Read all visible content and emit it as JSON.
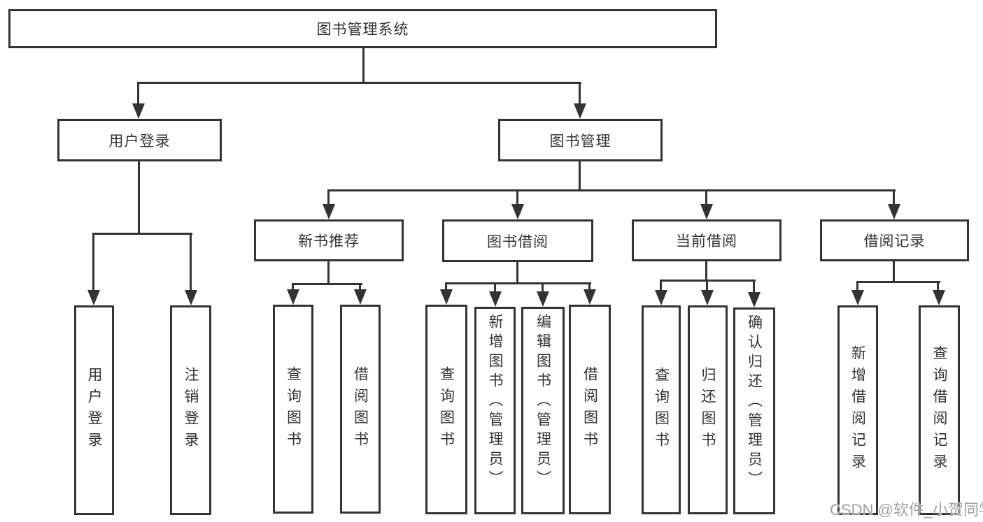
{
  "diagram": {
    "root": "图书管理系统",
    "login": {
      "label": "用户登录",
      "leaves": [
        "用户登录",
        "注销登录"
      ]
    },
    "mgmt": {
      "label": "图书管理",
      "modules": [
        {
          "label": "新书推荐",
          "leaves": [
            "查询图书",
            "借阅图书"
          ]
        },
        {
          "label": "图书借阅",
          "leaves": [
            "查询图书",
            "新增图书（管理员）",
            "编辑图书（管理员）",
            "借阅图书"
          ]
        },
        {
          "label": "当前借阅",
          "leaves": [
            "查询图书",
            "归还图书",
            "确认归还（管理员）"
          ]
        },
        {
          "label": "借阅记录",
          "leaves": [
            "新增借阅记录",
            "查询借阅记录"
          ]
        }
      ]
    }
  },
  "watermark": {
    "text": "CSDN @软件_小贺同学"
  },
  "colors": {
    "line": "#333333",
    "text": "#333333",
    "watermark": "#a0a0a0",
    "background": "#ffffff"
  }
}
